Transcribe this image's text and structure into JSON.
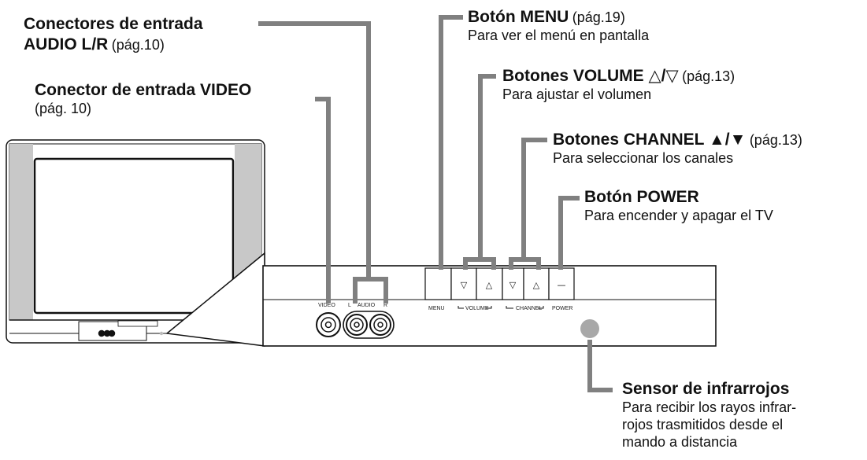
{
  "labels": {
    "audio": {
      "title": "Conectores de entrada",
      "title2": "AUDIO L/R",
      "ref": "(pág.10)"
    },
    "video": {
      "title": "Conector de entrada VIDEO",
      "ref": "(pág. 10)"
    },
    "menu": {
      "title": "Botón MENU",
      "ref": "(pág.19)",
      "desc": "Para ver el menú en pantalla"
    },
    "volume": {
      "title": "Botones VOLUME △/▽",
      "ref": "(pág.13)",
      "desc": "Para ajustar el volumen"
    },
    "channel": {
      "title": "Botones CHANNEL ▲/▼",
      "ref": "(pág.13)",
      "desc": "Para seleccionar los canales"
    },
    "power": {
      "title": "Botón POWER",
      "desc": "Para encender y apagar el TV"
    },
    "sensor": {
      "title": "Sensor de infrarrojos",
      "desc1": "Para recibir los rayos infrar-",
      "desc2": "rojos trasmitidos desde el",
      "desc3": "mando a distancia"
    }
  },
  "panel": {
    "video": "VIDEO",
    "l": "L",
    "audio": "AUDIO",
    "r": "R",
    "menu": "MENU",
    "volume": "VOLUME",
    "channel": "CHANNEL",
    "power": "POWER",
    "vol_down": "▽",
    "vol_up": "△",
    "ch_down": "▽",
    "ch_up": "△",
    "power_glyph": "—"
  },
  "colors": {
    "leader": "#808080",
    "outline": "#111111",
    "speaker": "#bdbdbd",
    "sensor": "#a8a8a8"
  }
}
